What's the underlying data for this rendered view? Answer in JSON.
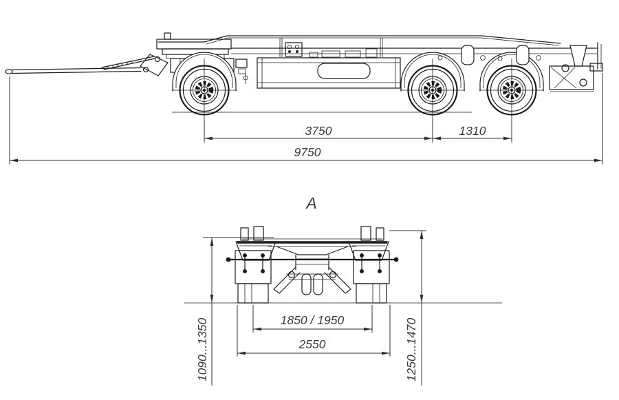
{
  "drawing": {
    "background_color": "#ffffff",
    "line_color": "#1c1c1c",
    "dimension_text_color": "#3a3a3a",
    "side_view": {
      "dim_axle_front_to_mid": "3750",
      "dim_axle_mid_to_rear": "1310",
      "dim_overall_length": "9750"
    },
    "rear_view": {
      "view_label": "A",
      "dim_track_width": "1850 / 1950",
      "dim_overall_width": "2550",
      "dim_frame_height_range": "1090...1350",
      "dim_overall_height_range": "1250...1470"
    }
  }
}
